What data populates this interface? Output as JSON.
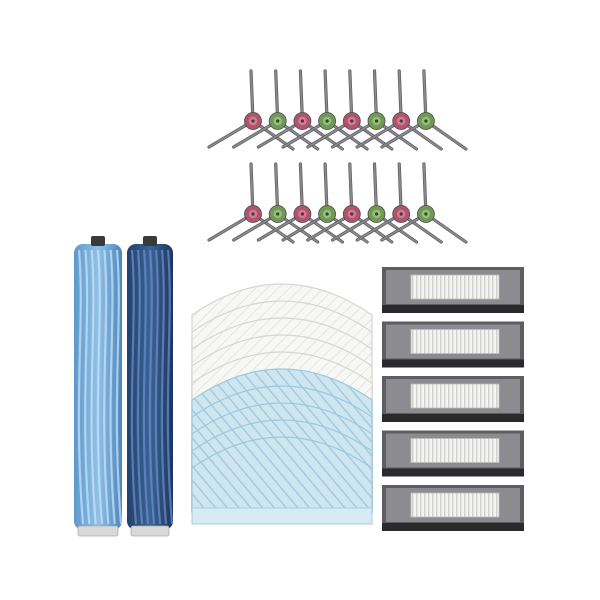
{
  "scene": {
    "background": "#ffffff",
    "colors": {
      "brush_arm": "#8a8a8e",
      "brush_arm_edge": "#5c5c60",
      "hub_pink": "#b0546d",
      "hub_pink_light": "#d57a93",
      "hub_green": "#6e9a56",
      "hub_green_light": "#95bf7b",
      "roller_light": "#7fb2de",
      "roller_light_dark": "#4f8cc3",
      "roller_dark": "#2d5185",
      "roller_dark_deep": "#1c3560",
      "pad_white": "#f6f6f4",
      "pad_white_edge": "#d6d6d2",
      "pad_blue": "#c9e3ef",
      "pad_blue_line": "#9ec9dc",
      "filter_frame": "#5e5e62",
      "filter_foam": "#8c8c90",
      "filter_media": "#f2f2f0",
      "filter_pleat": "#d2d2cf"
    },
    "groups": [
      {
        "name": "side-brushes",
        "count": 16,
        "hub_colors": [
          "pink",
          "green"
        ]
      },
      {
        "name": "main-rollers",
        "count": 2,
        "colors": [
          "light-blue",
          "dark-blue"
        ]
      },
      {
        "name": "mop-pads",
        "count": 10,
        "colors": [
          "white",
          "light-blue"
        ]
      },
      {
        "name": "hepa-filters",
        "count": 5
      }
    ]
  }
}
